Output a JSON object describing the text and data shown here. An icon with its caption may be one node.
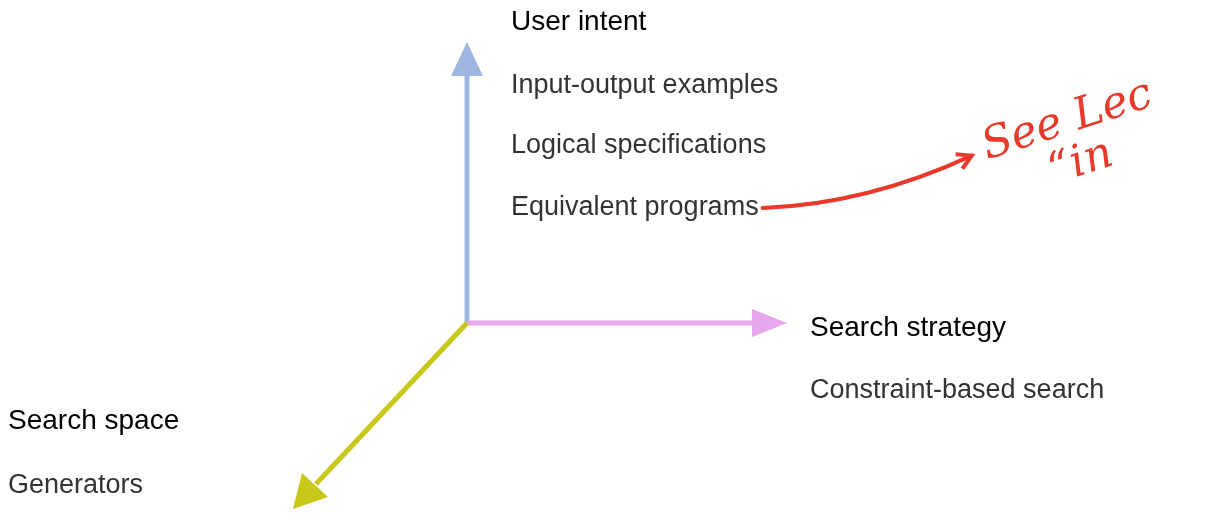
{
  "diagram": {
    "nodes": [
      {
        "text": [
          "User intent"
        ]
      },
      {
        "text": [
          "Input-output examples"
        ]
      },
      {
        "text": [
          "Logical specifications"
        ]
      },
      {
        "text": [
          "Equivalent programs"
        ]
      },
      {
        "text": [
          "See Lec",
          "“in"
        ]
      },
      {
        "text": [
          "Search strategy"
        ]
      },
      {
        "text": [
          "Constraint-based search"
        ]
      },
      {
        "text": [
          "Search space"
        ]
      },
      {
        "text": [
          "Generators"
        ]
      }
    ],
    "edges": [
      {
        "from": 3,
        "to": 4,
        "arrow": "to",
        "color": "#e8392a"
      }
    ]
  }
}
